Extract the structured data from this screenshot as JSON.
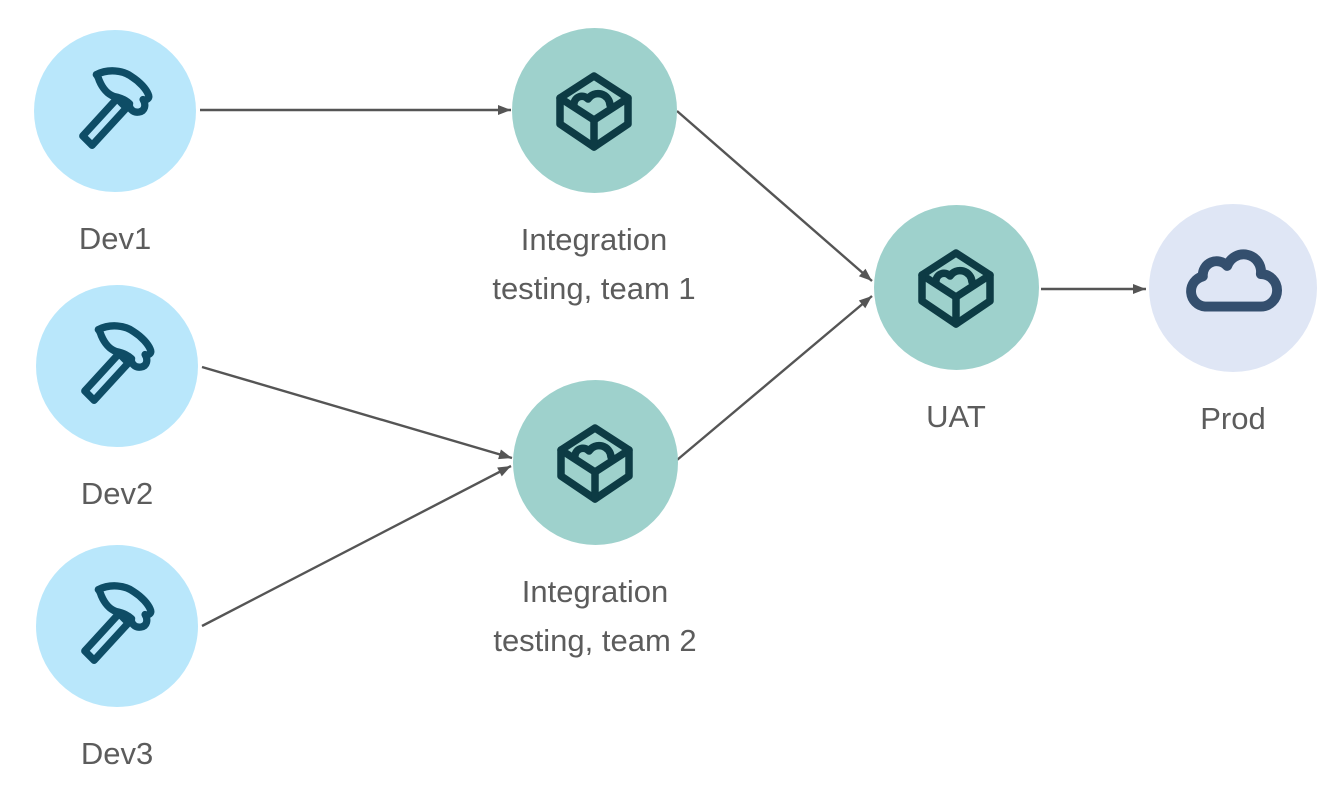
{
  "diagram": {
    "type": "flowchart",
    "background": "#ffffff",
    "nodes": [
      {
        "id": "dev1",
        "label": "Dev1",
        "icon": "hammer-icon",
        "shape": "circle",
        "fill": "#b9e7fb",
        "icon_color": "#0e4d66"
      },
      {
        "id": "dev2",
        "label": "Dev2",
        "icon": "hammer-icon",
        "shape": "circle",
        "fill": "#b9e7fb",
        "icon_color": "#0e4d66"
      },
      {
        "id": "dev3",
        "label": "Dev3",
        "icon": "hammer-icon",
        "shape": "circle",
        "fill": "#b9e7fb",
        "icon_color": "#0e4d66"
      },
      {
        "id": "integration1",
        "label": "Integration\ntesting, team 1",
        "icon": "package-box-icon",
        "shape": "circle",
        "fill": "#9ed1cc",
        "icon_color": "#0d3b44"
      },
      {
        "id": "integration2",
        "label": "Integration\ntesting, team 2",
        "icon": "package-box-icon",
        "shape": "circle",
        "fill": "#9ed1cc",
        "icon_color": "#0d3b44"
      },
      {
        "id": "uat",
        "label": "UAT",
        "icon": "package-box-icon",
        "shape": "circle",
        "fill": "#9ed1cc",
        "icon_color": "#0d3b44"
      },
      {
        "id": "prod",
        "label": "Prod",
        "icon": "cloud-icon",
        "shape": "circle",
        "fill": "#dfe6f5",
        "icon_color": "#344f6e"
      }
    ],
    "edges": [
      {
        "from": "dev1",
        "to": "integration1"
      },
      {
        "from": "dev2",
        "to": "integration2"
      },
      {
        "from": "dev3",
        "to": "integration2"
      },
      {
        "from": "integration1",
        "to": "uat"
      },
      {
        "from": "integration2",
        "to": "uat"
      },
      {
        "from": "uat",
        "to": "prod"
      }
    ],
    "colors": {
      "connector": "#555555",
      "label_text": "#5c5c5c"
    }
  }
}
